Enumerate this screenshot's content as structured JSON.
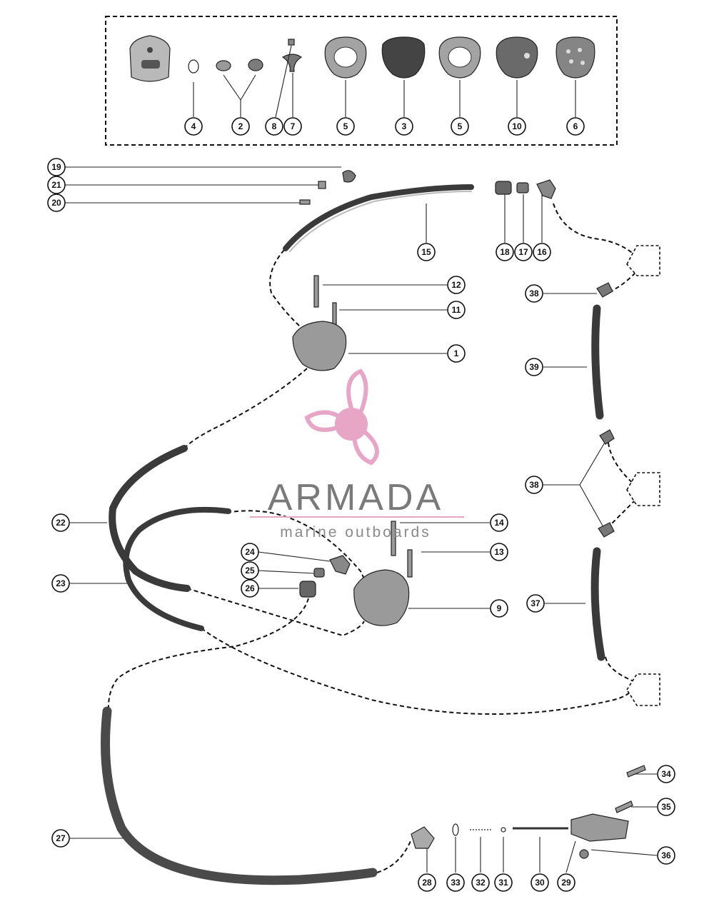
{
  "diagram": {
    "callouts": [
      {
        "label": "4"
      },
      {
        "label": "2"
      },
      {
        "label": "8"
      },
      {
        "label": "7"
      },
      {
        "label": "5"
      },
      {
        "label": "3"
      },
      {
        "label": "5"
      },
      {
        "label": "10"
      },
      {
        "label": "6"
      },
      {
        "label": "19"
      },
      {
        "label": "21"
      },
      {
        "label": "20"
      },
      {
        "label": "15"
      },
      {
        "label": "18"
      },
      {
        "label": "17"
      },
      {
        "label": "16"
      },
      {
        "label": "12"
      },
      {
        "label": "11"
      },
      {
        "label": "1"
      },
      {
        "label": "38"
      },
      {
        "label": "39"
      },
      {
        "label": "38"
      },
      {
        "label": "22"
      },
      {
        "label": "14"
      },
      {
        "label": "24"
      },
      {
        "label": "13"
      },
      {
        "label": "25"
      },
      {
        "label": "26"
      },
      {
        "label": "23"
      },
      {
        "label": "9"
      },
      {
        "label": "37"
      },
      {
        "label": "34"
      },
      {
        "label": "35"
      },
      {
        "label": "36"
      },
      {
        "label": "27"
      },
      {
        "label": "28"
      },
      {
        "label": "33"
      },
      {
        "label": "32"
      },
      {
        "label": "31"
      },
      {
        "label": "30"
      },
      {
        "label": "29"
      }
    ]
  },
  "watermark": {
    "title": "ARMADA",
    "subtitle": "marine outboards",
    "color": "#e8a6c7"
  },
  "colors": {
    "ink": "#111111",
    "hose": "#3a3a3a",
    "part_fill": "#9a9a9a",
    "brand_pink": "#e8a6c7",
    "brand_gray": "#7a7a7a"
  }
}
